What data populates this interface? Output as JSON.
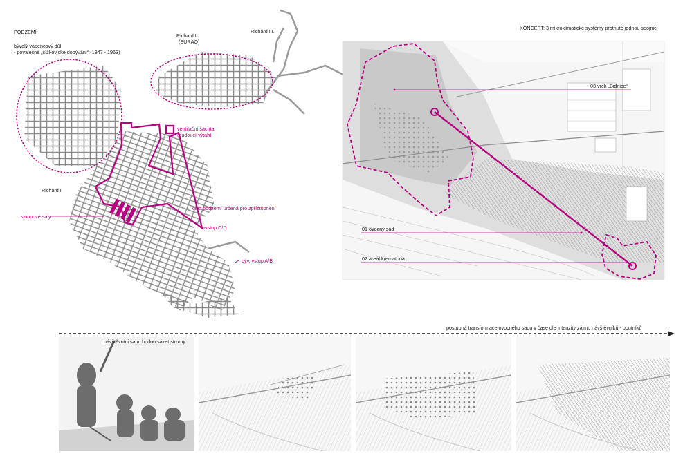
{
  "colors": {
    "accent": "#b5007f",
    "ink": "#222222",
    "grey": "#9a9a9a"
  },
  "left": {
    "heading": "PODZEMÍ:",
    "subheading_line1": "bývalý vápencový důl",
    "subheading_line2": "- poválečné „čížkovické dobývání“ (1947 - 1963)",
    "richard_1": "Richard I",
    "richard_2_line1": "Richard II.",
    "richard_2_line2": "(SÚRAO)",
    "richard_3": "Richard III.",
    "shaft_line1": "ventilační šachta",
    "shaft_line2": "(budoucí výtah)",
    "accessible_part": "část podzemí určená pro zpřístupnění",
    "entrance_cd": "vstup C/D",
    "pillar_halls": "sloupové sály",
    "former_entrance_ab": "býv. vstup A/B"
  },
  "right": {
    "concept": "KONCEPT: 3 mikroklimatické systémy protnuté jednou spojnicí",
    "label_03": "03 vrch „Bidnice“",
    "label_01": "01 ovocný sad",
    "label_02": "02 areál krematoria"
  },
  "bottom": {
    "timeline_caption": "postupná transformace ovocného sadu v čase dle intenzity zájmu návštěvníků - poutníků",
    "visitors_caption": "návštěvníci sami budou sázet stromy"
  }
}
